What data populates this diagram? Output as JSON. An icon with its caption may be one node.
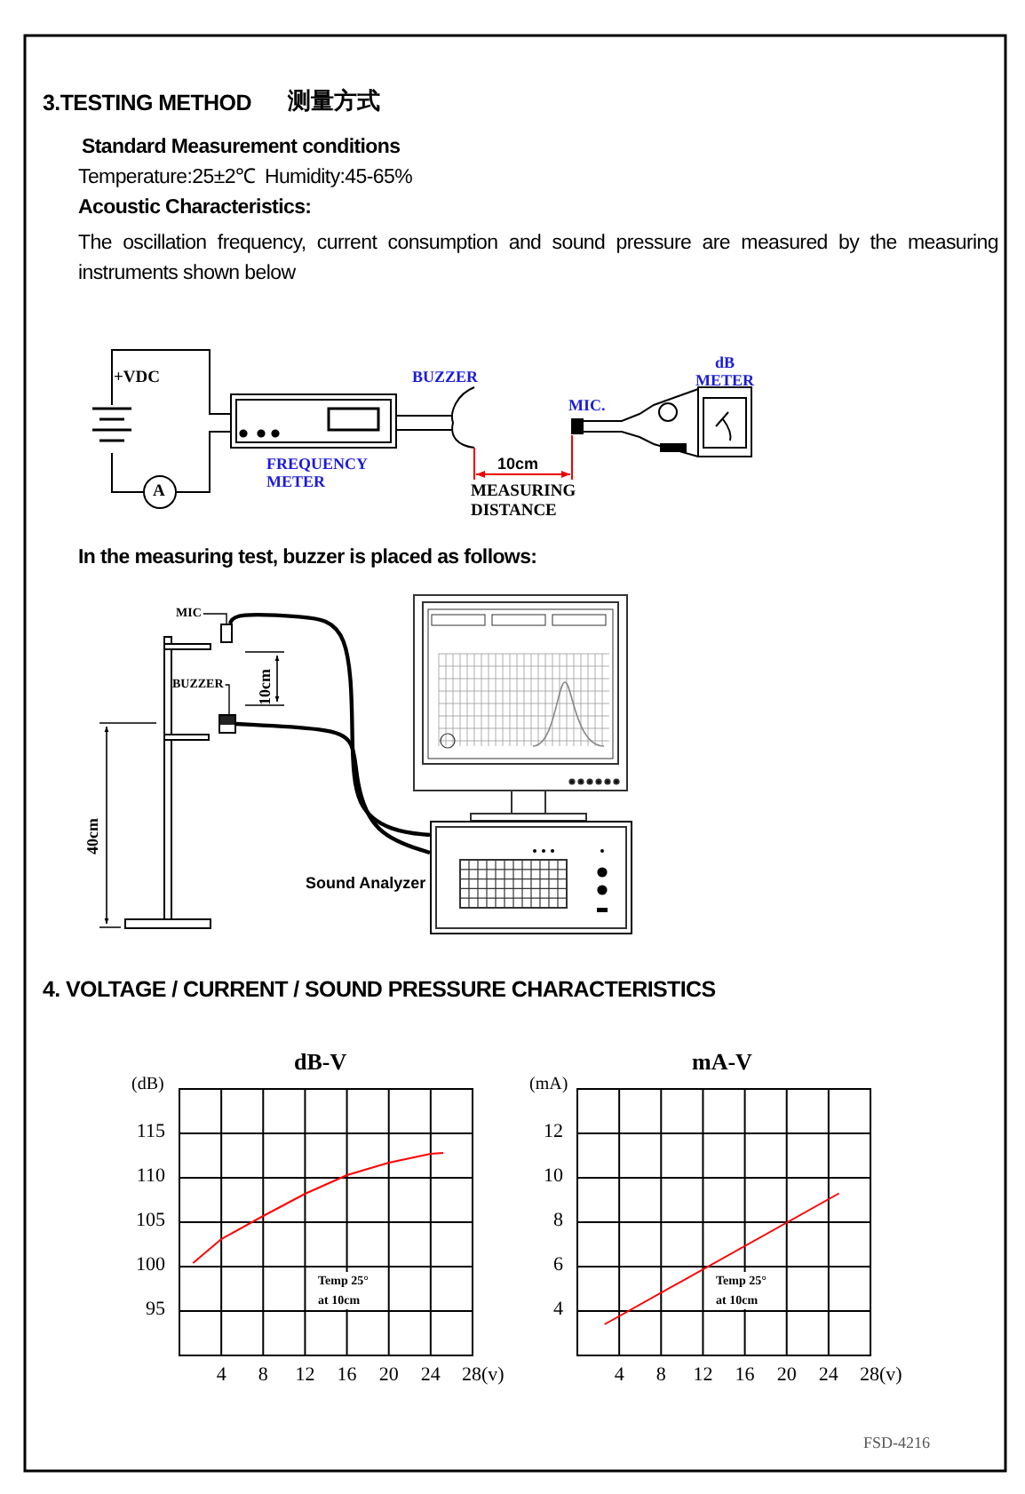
{
  "diagram": {
    "nodes": [
      {
        "text": [
          "MIC"
        ]
      },
      {
        "text": [],
        "shape": "box"
      },
      {
        "text": [
          "BUZZER"
        ]
      },
      {
        "text": [],
        "shape": "box"
      },
      {
        "text": [],
        "shape": "box",
        "beside": [
          "Sound Analyzer"
        ]
      },
      {
        "text": [],
        "shape": "picture"
      }
    ],
    "edges": [
      {
        "from": 0,
        "to": 1,
        "arrow": "none"
      },
      {
        "from": 2,
        "to": 3,
        "arrow": "none"
      },
      {
        "from": 1,
        "to": 4,
        "arrow": "none",
        "style": "thick"
      },
      {
        "from": 3,
        "to": 4,
        "arrow": "none",
        "style": "thick"
      }
    ],
    "labels": [
      "3.TESTING METHOD",
      "测量方式",
      "Standard Measurement conditions",
      "Temperature:25±2℃  Humidity:45-65%",
      "Acoustic Characteristics:",
      "The oscillation frequency, current consumption and sound pressure are measured by the measuring instruments shown below",
      "+VDC",
      "A",
      "BUZZER",
      "FREQUENCY METER",
      "10cm",
      "MEASURING DISTANCE",
      "MIC.",
      "dB METER",
      "In the measuring test, buzzer is placed as follows:",
      "10cm",
      "40cm",
      "4. VOLTAGE / CURRENT / SOUND PRESSURE CHARACTERISTICS",
      "FSD-4216"
    ],
    "chart_data": [
      {
        "type": "line",
        "title": "dB-V",
        "ylabel": "(dB)",
        "x": [
          1.3,
          4,
          8,
          12,
          16,
          20,
          24,
          25.2
        ],
        "series": [
          {
            "color": "#ff0000",
            "values": [
              100.4,
              103.1,
              105.7,
              108.2,
              110.3,
              111.7,
              112.7,
              112.8
            ]
          }
        ],
        "xlim": [
          0,
          28
        ],
        "ylim": [
          90,
          120
        ],
        "xticks": [
          4,
          8,
          12,
          16,
          20,
          24,
          {
            "value": 28,
            "label": "28(v)"
          }
        ],
        "yticks": [
          95,
          100,
          105,
          110,
          115
        ],
        "grid": true,
        "annotations": [
          "Temp 25° at 10cm"
        ]
      },
      {
        "type": "line",
        "title": "mA-V",
        "ylabel": "(mA)",
        "x": [
          2.6,
          25
        ],
        "series": [
          {
            "color": "#ff0000",
            "values": [
              3.4,
              9.3
            ]
          }
        ],
        "xlim": [
          0,
          28
        ],
        "ylim": [
          2,
          14
        ],
        "xticks": [
          4,
          8,
          12,
          16,
          20,
          24,
          {
            "value": 28,
            "label": "28(v)"
          }
        ],
        "yticks": [
          4,
          6,
          8,
          10,
          12
        ],
        "grid": true,
        "annotations": [
          "Temp 25° at 10cm"
        ]
      }
    ]
  }
}
